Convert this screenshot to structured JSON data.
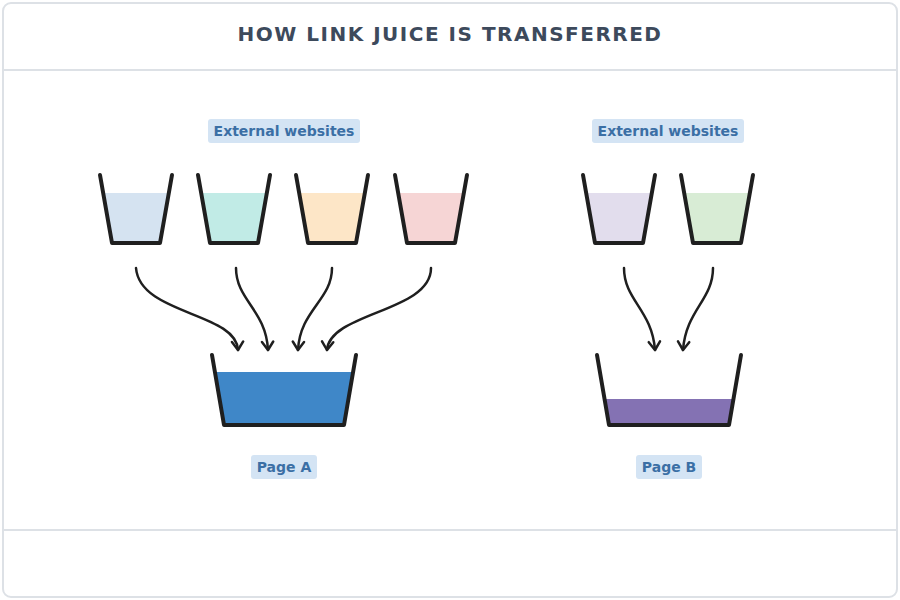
{
  "diagram": {
    "title": "HOW LINK JUICE IS TRANSFERRED",
    "nodes": [
      {
        "text": [
          "External websites"
        ]
      },
      {
        "text": [
          "External websites"
        ]
      },
      {
        "text": [
          "Page A"
        ]
      },
      {
        "text": [
          "Page B"
        ]
      }
    ]
  }
}
